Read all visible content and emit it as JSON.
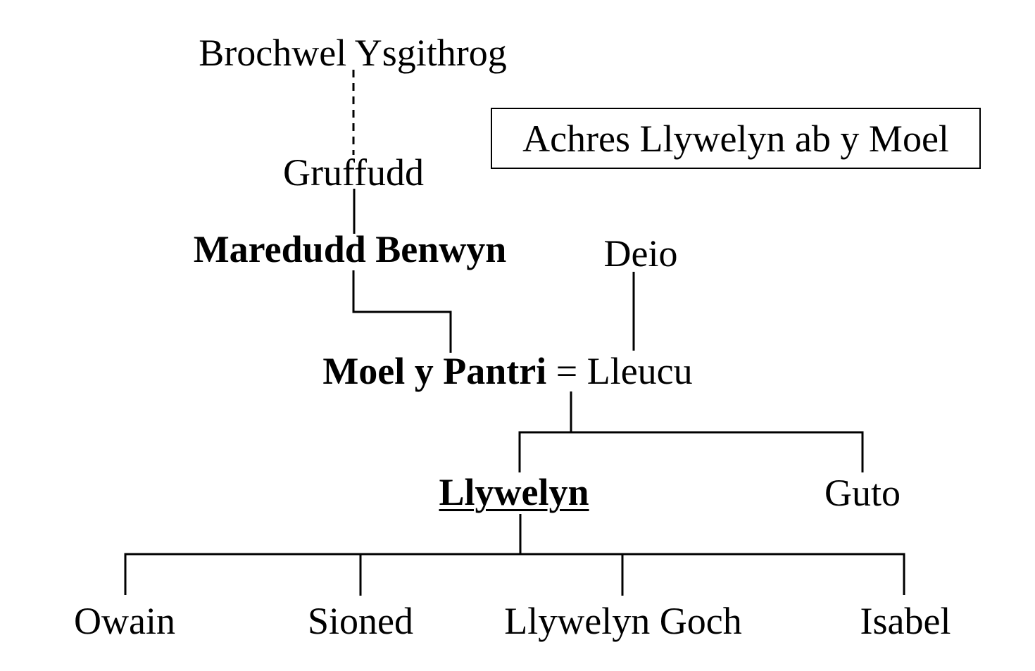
{
  "title": "Achres Llywelyn ab y Moel",
  "marriage": {
    "symbol": "="
  },
  "persons": {
    "brochwel": {
      "name": "Brochwel Ysgithrog"
    },
    "gruffudd": {
      "name": "Gruffudd"
    },
    "maredudd": {
      "name": "Maredudd Benwyn"
    },
    "deio": {
      "name": "Deio"
    },
    "moel": {
      "name": "Moel y Pantri"
    },
    "lleucu": {
      "name": "Lleucu"
    },
    "llywelyn": {
      "name": "Llywelyn"
    },
    "guto": {
      "name": "Guto"
    },
    "owain": {
      "name": "Owain"
    },
    "sioned": {
      "name": "Sioned"
    },
    "llywelyn_goch": {
      "name": "Llywelyn Goch"
    },
    "isabel": {
      "name": "Isabel"
    }
  },
  "relationships": {
    "uncertain_descent": [
      "Brochwel Ysgithrog",
      "Gruffudd"
    ],
    "lineage": [
      "Gruffudd",
      "Maredudd Benwyn",
      "Moel y Pantri"
    ],
    "marriage_couple": [
      "Moel y Pantri",
      "Lleucu"
    ],
    "father_of_lleucu": "Deio",
    "children_of_moel_and_lleucu": [
      "Llywelyn",
      "Guto"
    ],
    "children_of_llywelyn": [
      "Owain",
      "Sioned",
      "Llywelyn Goch",
      "Isabel"
    ]
  }
}
